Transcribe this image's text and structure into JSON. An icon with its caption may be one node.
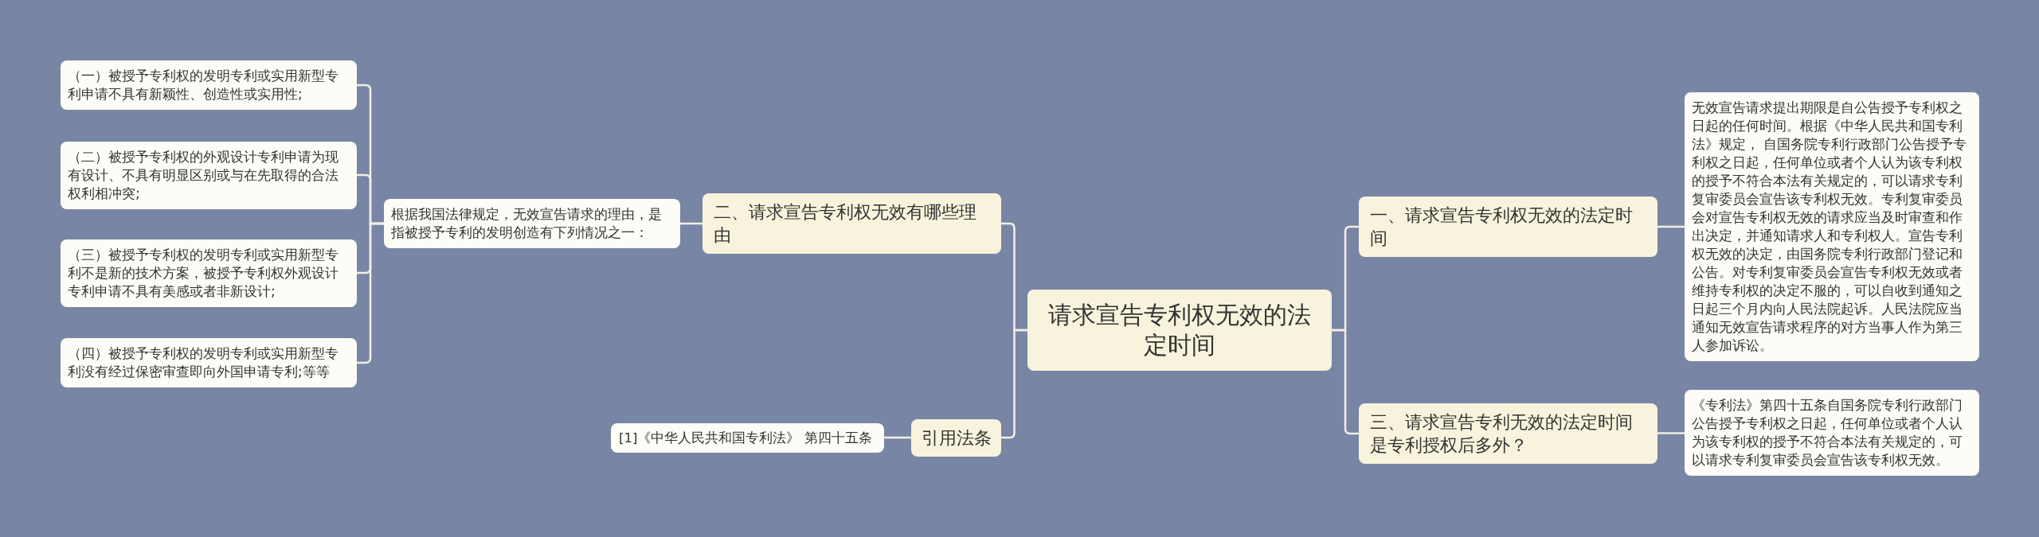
{
  "diagram": {
    "nodes": [
      {
        "text": [
          "请求宣告专利权无效的法定时间"
        ]
      },
      {
        "text": [
          "二、请求宣告专利权无效有哪些理由"
        ]
      },
      {
        "text": [
          "根据我国法律规定，无效宣告请求的理由，是指被授予专利的发明创造有下列情况之一："
        ]
      },
      {
        "text": [
          "（一）被授予专利权的发明专利或实用新型专利申请不具有新颖性、创造性或实用性;"
        ]
      },
      {
        "text": [
          "（二）被授予专利权的外观设计专利申请为现有设计、不具有明显区别或与在先取得的合法权利相冲突;"
        ]
      },
      {
        "text": [
          "（三）被授予专利权的发明专利或实用新型专利不是新的技术方案，被授予专利权外观设计专利申请不具有美感或者非新设计;"
        ]
      },
      {
        "text": [
          "（四）被授予专利权的发明专利或实用新型专利没有经过保密审查即向外国申请专利;等等"
        ]
      },
      {
        "text": [
          "引用法条"
        ]
      },
      {
        "text": [
          "[1]《中华人民共和国专利法》 第四十五条"
        ]
      },
      {
        "text": [
          "一、请求宣告专利权无效的法定时间"
        ]
      },
      {
        "text": [
          "无效宣告请求提出期限是自公告授予专利权之日起的任何时间。根据《中华人民共和国专利法》规定， 自国务院专利行政部门公告授予专利权之日起，任何单位或者个人认为该专利权的授予不符合本法有关规定的，可以请求专利复审委员会宣告该专利权无效。专利复审委员会对宣告专利权无效的请求应当及时审查和作出决定，并通知请求人和专利权人。宣告专利权无效的决定，由国务院专利行政部门登记和公告。对专利复审委员会宣告专利权无效或者维持专利权的决定不服的，可以自收到通知之日起三个月内向人民法院起诉。人民法院应当通知无效宣告请求程序的对方当事人作为第三人参加诉讼。"
        ]
      },
      {
        "text": [
          "三、请求宣告专利无效的法定时间是专利授权后多外？"
        ]
      },
      {
        "text": [
          "《专利法》第四十五条自国务院专利行政部门公告授予专利权之日起，任何单位或者个人认为该专利权的授予不符合本法有关规定的，可以请求专利复审委员会宣告该专利权无效。"
        ]
      }
    ],
    "edges": [
      {
        "from": 0,
        "to": 1,
        "arrow": "none"
      },
      {
        "from": 1,
        "to": 2,
        "arrow": "none"
      },
      {
        "from": 2,
        "to": 3,
        "arrow": "none"
      },
      {
        "from": 2,
        "to": 4,
        "arrow": "none"
      },
      {
        "from": 2,
        "to": 5,
        "arrow": "none"
      },
      {
        "from": 2,
        "to": 6,
        "arrow": "none"
      },
      {
        "from": 0,
        "to": 7,
        "arrow": "none"
      },
      {
        "from": 7,
        "to": 8,
        "arrow": "none"
      },
      {
        "from": 0,
        "to": 9,
        "arrow": "none"
      },
      {
        "from": 9,
        "to": 10,
        "arrow": "none"
      },
      {
        "from": 0,
        "to": 11,
        "arrow": "none"
      },
      {
        "from": 11,
        "to": 12,
        "arrow": "none"
      }
    ]
  }
}
